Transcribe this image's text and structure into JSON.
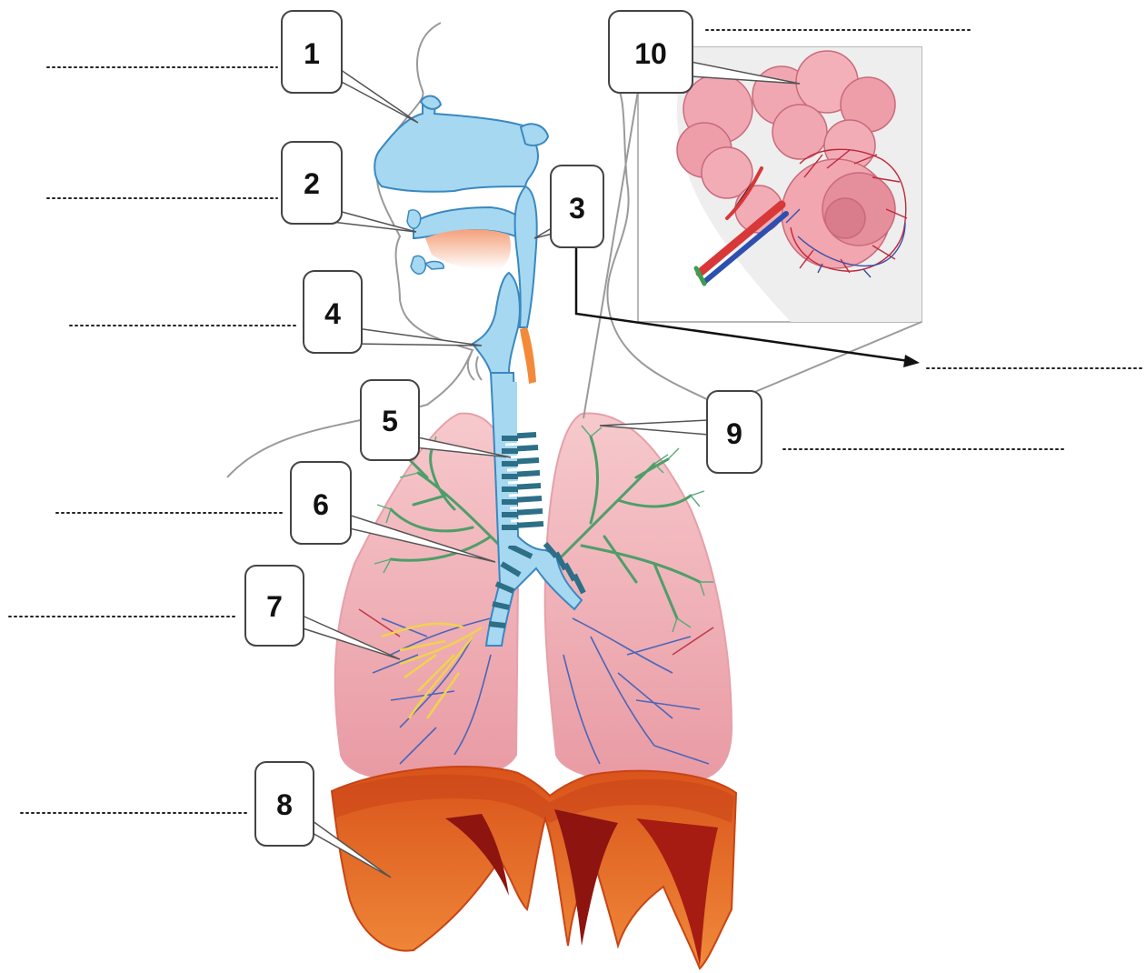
{
  "diagram": {
    "callouts": [
      {
        "number": "1"
      },
      {
        "number": "2"
      },
      {
        "number": "3"
      },
      {
        "number": "4"
      },
      {
        "number": "5"
      },
      {
        "number": "6"
      },
      {
        "number": "7"
      },
      {
        "number": "8"
      },
      {
        "number": "9"
      },
      {
        "number": "10"
      }
    ]
  },
  "colors": {
    "airway_blue": "#a6d8f2",
    "airway_outline": "#3a88c0",
    "lung_pink": "#f3b7bc",
    "bronchi_green": "#4e9e6a",
    "vessel_blue": "#4b66b8",
    "lymph_yellow": "#f0d34c",
    "diaphragm_orange": "#e45a1c",
    "diaphragm_dark": "#8e1410",
    "alveoli_pink": "#e99aa6",
    "inset_bg": "#eeeeee",
    "label_border": "#444444",
    "dotted_line": "#222222"
  }
}
